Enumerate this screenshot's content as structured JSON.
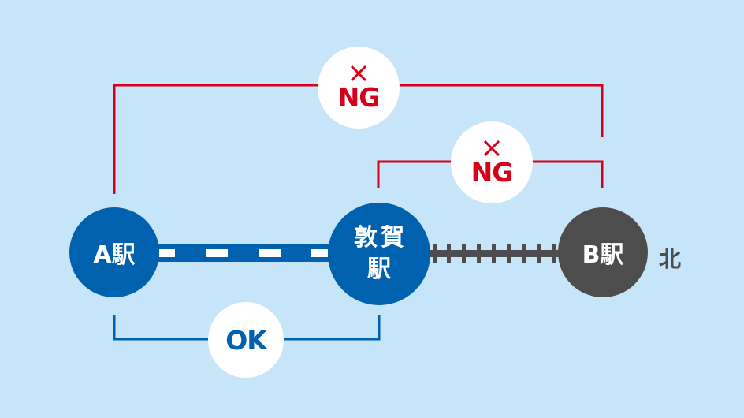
{
  "stations": {
    "a": {
      "label": "A駅"
    },
    "tsuruga": {
      "line1": "敦賀",
      "line2": "駅"
    },
    "b": {
      "label": "B駅"
    }
  },
  "direction": {
    "label": "北"
  },
  "badges": {
    "ng_outer": {
      "mark": "×",
      "text": "NG"
    },
    "ng_inner": {
      "mark": "×",
      "text": "NG"
    },
    "ok": {
      "text": "OK"
    }
  },
  "colors": {
    "background": "#c6e5f8",
    "ng_red": "#d7001b",
    "ok_blue": "#0061ae",
    "station_blue": "#0061ae",
    "station_gray": "#4d4d4d",
    "track_gray": "#4d4d4d",
    "badge_white": "#ffffff"
  },
  "icons": {
    "ng_mark": "cross-icon"
  }
}
